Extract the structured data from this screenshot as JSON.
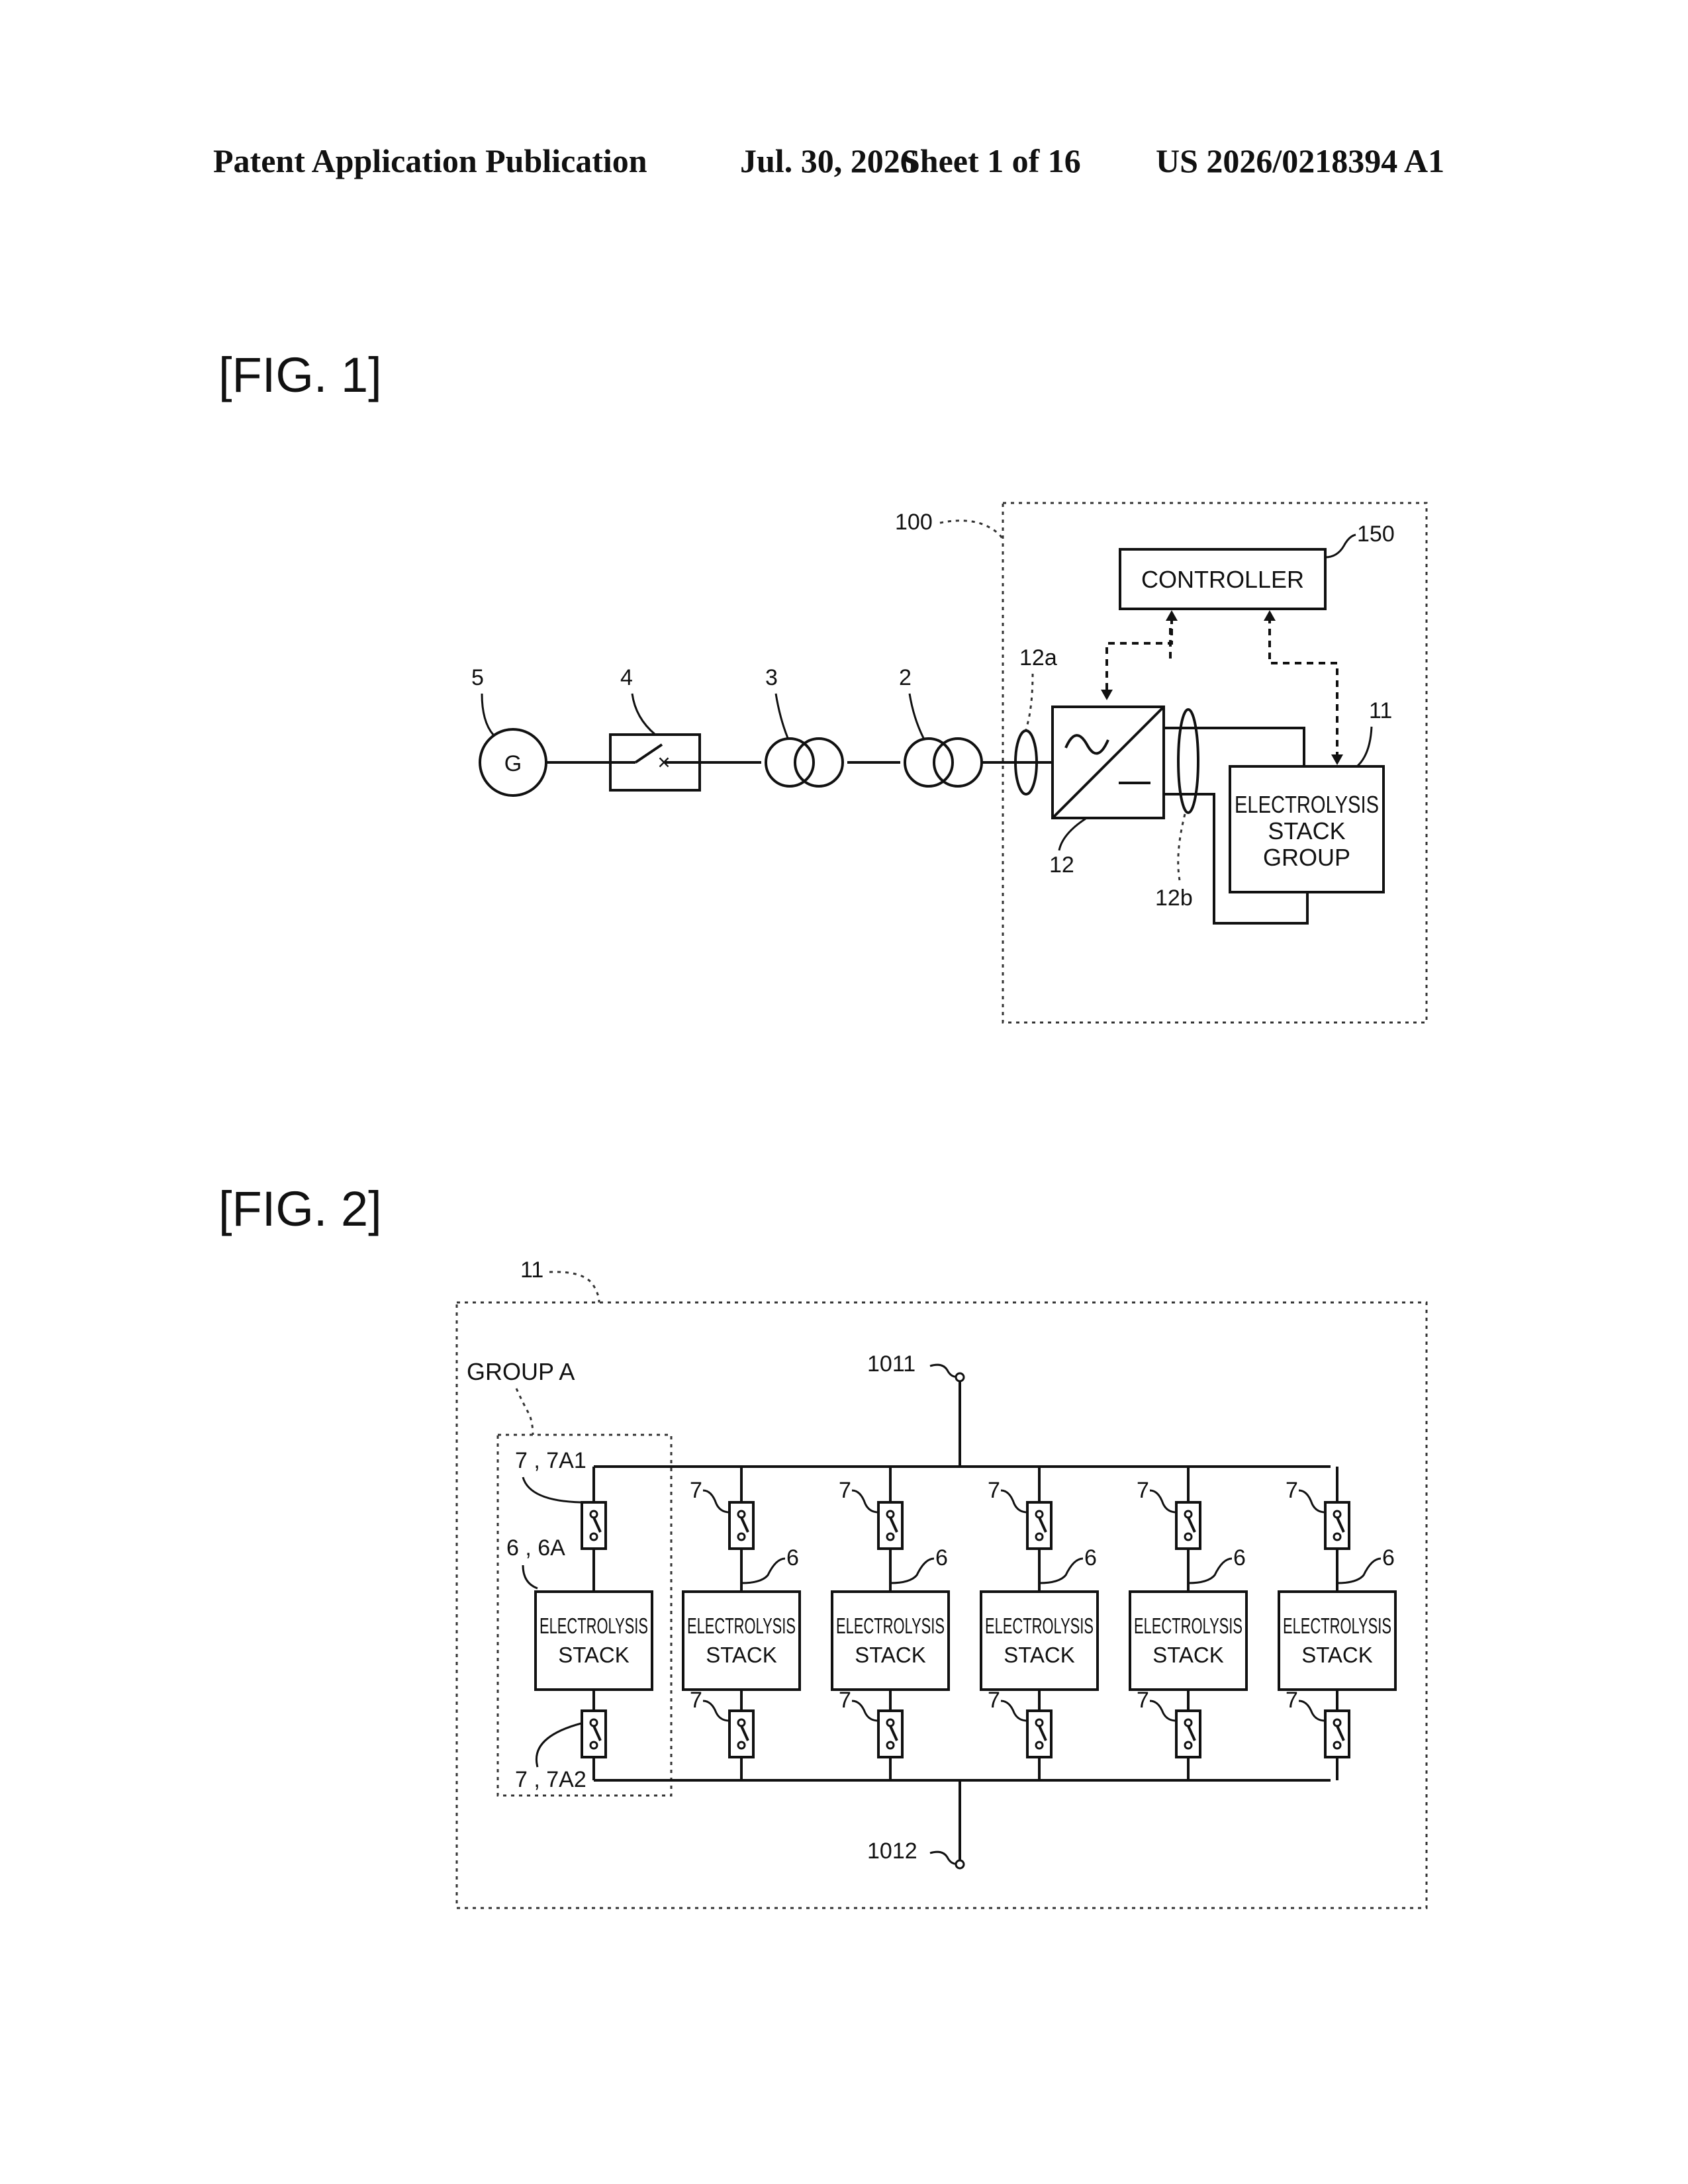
{
  "header": {
    "publication": "Patent Application Publication",
    "date": "Jul. 30, 2026",
    "sheet": "Sheet 1 of 16",
    "number": "US 2026/0218394 A1"
  },
  "fig1": {
    "label": "[FIG. 1]",
    "system_ref": "100",
    "controller": {
      "ref": "150",
      "label": "CONTROLLER"
    },
    "stack_group": {
      "ref": "11",
      "lines": [
        "ELECTROLYSIS",
        "STACK",
        "GROUP"
      ]
    },
    "converter_ref": "12",
    "ac_side_ref": "12a",
    "dc_side_ref": "12b",
    "transformer_2_ref": "2",
    "transformer_3_ref": "3",
    "breaker_ref": "4",
    "generator_ref": "5",
    "generator_symbol": "G"
  },
  "fig2": {
    "label": "[FIG. 2]",
    "group_ref": "11",
    "group_a_label": "GROUP A",
    "terminal_top_ref": "1011",
    "terminal_bottom_ref": "1012",
    "first_switch_top_ref": "7 , 7A1",
    "first_switch_bottom_ref": "7 , 7A2",
    "first_stack_ref": "6 , 6A",
    "switch_ref": "7",
    "stack_ref": "6",
    "stack_lines": [
      "ELECTROLYSIS",
      "STACK"
    ]
  }
}
